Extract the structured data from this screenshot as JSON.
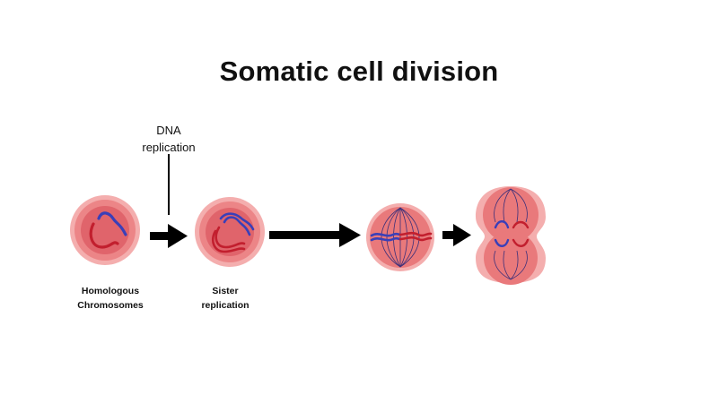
{
  "title": "Somatic cell division",
  "annotation": {
    "line1": "DNA",
    "line2": "replication"
  },
  "captions": {
    "cell1": {
      "line1": "Homologous",
      "line2": "Chromosomes"
    },
    "cell2": {
      "line1": "Sister",
      "line2": "replication"
    }
  },
  "colors": {
    "cell_outer": "#f4aeae",
    "cell_middle": "#e9797b",
    "nucleus": "#e26a70",
    "chromosome_red": "#c21f2e",
    "chromosome_blue": "#3a3fb8",
    "spindle": "#3b2f7a",
    "arrow": "#000000",
    "background": "#ffffff"
  },
  "icons": [
    "arrow-right-icon",
    "cell-icon",
    "chromosome-icon",
    "spindle-icon"
  ]
}
